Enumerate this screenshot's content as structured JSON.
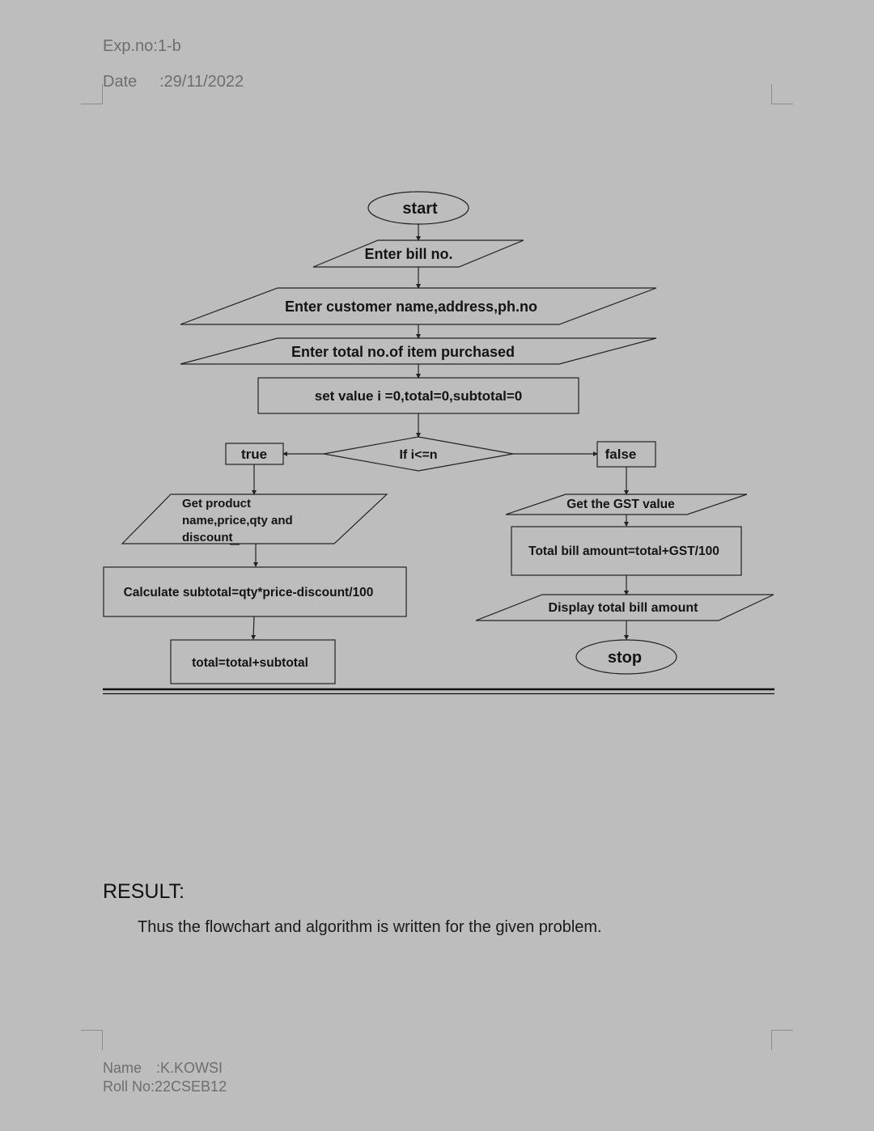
{
  "header": {
    "exp_no": "Exp.no:1-b",
    "date_label": "Date",
    "date_value": ":29/11/2022"
  },
  "flowchart": {
    "start": "start",
    "enter_bill": "Enter bill no.",
    "enter_customer": "Enter customer name,address,ph.no",
    "enter_items": "Enter total no.of item purchased",
    "set_values": "set value i =0,total=0,subtotal=0",
    "condition": "If i<=n",
    "true_label": "true",
    "false_label": "false",
    "get_product_lines": [
      "Get product",
      "name,price,qty and",
      "discount"
    ],
    "calc_subtotal": "Calculate subtotal=qty*price-discount/100",
    "total_update": "total=total+subtotal",
    "get_gst": "Get the GST value",
    "total_bill": "Total bill amount=total+GST/100",
    "display_total": "Display total bill amount",
    "stop": "stop"
  },
  "result": {
    "heading": "RESULT:",
    "text": "Thus the flowchart and algorithm is written for the given problem."
  },
  "footer": {
    "name_label": "Name",
    "name_value": ":K.KOWSI",
    "roll": "Roll No:22CSEB12"
  }
}
